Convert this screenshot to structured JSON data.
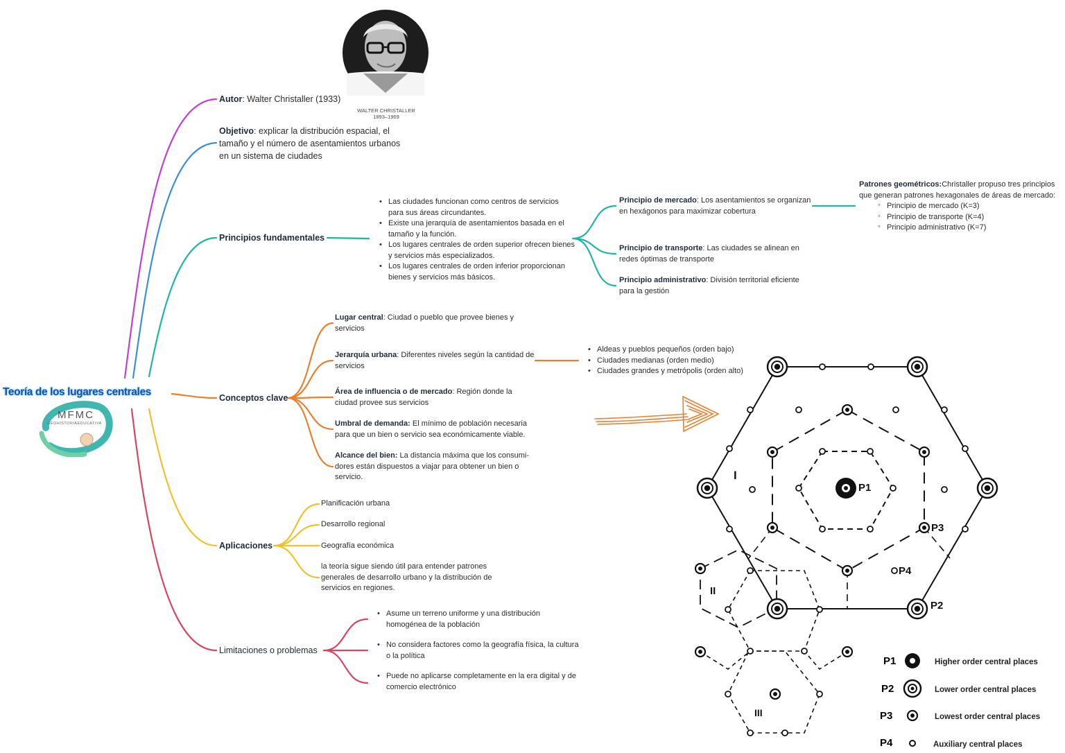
{
  "title": "Teoría de los lugares centrales",
  "logo": {
    "text": "MFMC",
    "subtext": "GEOHISTORIAEDUCATIVA"
  },
  "portrait": {
    "caption_name": "WALTER CHRISTALLER",
    "caption_years": "1893–1969"
  },
  "autor": {
    "label": "Autor",
    "text": ": Walter Christaller (1933)"
  },
  "objetivo": {
    "label": "Objetivo",
    "text": ":  explicar la distribución espacial, el tamaño y el número de asentamientos urbanos en un sistema de ciudades"
  },
  "principios": {
    "label": "Principios fundamentales",
    "bullets": [
      "Las ciudades funcionan como centros de servicios para sus áreas circundantes.",
      "Existe una jerarquía de asentamientos basada en el tamaño y la función.",
      "Los lugares centrales de orden superior ofrecen bienes y servicios más especializados.",
      "Los lugares centrales de orden inferior proporcionan bienes y servicios más básicos."
    ],
    "mercado": {
      "label": "Principio de mercado",
      "text": ": Los asentamientos se organizan en hexágonos para maximizar cobertura"
    },
    "transporte": {
      "label": "Principio de transporte",
      "text": ": Las ciudades se alinean en redes óptimas de transporte"
    },
    "administrativo": {
      "label": "Principio administrativo",
      "text": ": División territorial eficiente para la gestión"
    },
    "patrones": {
      "label": "Patrones geométricos:",
      "text": "Christaller propuso tres principios que generan patrones hexagonales de áreas de mercado:",
      "items": [
        "Principio de mercado (K=3)",
        "Principio de transporte (K=4)",
        "Principio administrativo (K=7)"
      ]
    }
  },
  "conceptos": {
    "label": "Conceptos clave",
    "lugar_central": {
      "label": "Lugar central",
      "text": ": Ciudad o pueblo que provee bienes y servicios"
    },
    "jerarquia": {
      "label": "Jerarquía urbana",
      "text": ": Diferentes niveles según la cantidad de servicios"
    },
    "jerarquia_items": [
      "Aldeas y pueblos pequeños (orden bajo)",
      "Ciudades medianas (orden medio)",
      "Ciudades grandes y metrópolis (orden alto)"
    ],
    "area": {
      "label": "Área de influencia o de mercado",
      "text": ": Región donde la ciudad provee sus servicios"
    },
    "umbral": {
      "label": "Umbral de demanda:",
      "text": " El mínimo de población necesaria para que un bien o servicio sea económicamente viable."
    },
    "alcance": {
      "label": "Alcance del bien:",
      "text": " La distancia máxima que los consumi-dores están dispuestos a viajar para obtener un bien o servicio."
    }
  },
  "aplicaciones": {
    "label": "Aplicaciones",
    "items": [
      "Planificación urbana",
      "Desarrollo regional",
      "Geografía económica",
      "la teoría sigue siendo útil para entender patrones generales de desarrollo urbano y la distribución de servicios en regiones."
    ]
  },
  "limitaciones": {
    "label": "Limitaciones o problemas",
    "items": [
      "Asume un terreno uniforme y una distribución homogénea de la población",
      "No considera factores como la geografía física, la cultura o la política",
      "Puede no aplicarse completamente en la era digital y de comercio electrónico"
    ]
  },
  "figure": {
    "region_labels": [
      "I",
      "II",
      "III"
    ],
    "point_labels": [
      "P1",
      "P3",
      "P4",
      "P2"
    ],
    "legend": [
      {
        "code": "P1",
        "text": "Higher order central places"
      },
      {
        "code": "P2",
        "text": "Lower order central places"
      },
      {
        "code": "P3",
        "text": "Lowest order central places"
      },
      {
        "code": "P4",
        "text": "Auxiliary central places"
      }
    ]
  },
  "colors": {
    "autor": "#c23fd6",
    "objetivo": "#3b8ed8",
    "principios": "#1fb5a3",
    "conceptos": "#ec7f2e",
    "aplicaciones": "#f0c12a",
    "limitaciones": "#d94461"
  }
}
